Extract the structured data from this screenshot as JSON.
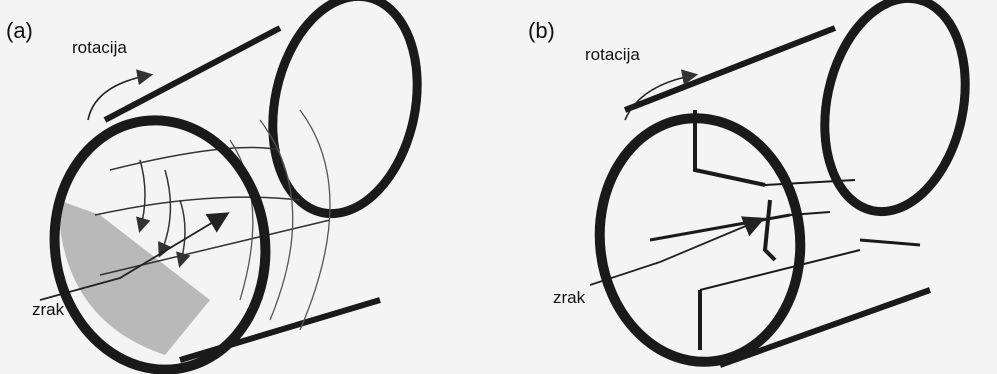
{
  "panels": [
    {
      "label": "(a)",
      "rotation_label": "rotacija",
      "air_label": "zrak"
    },
    {
      "label": "(b)",
      "rotation_label": "rotacija",
      "air_label": "zrak"
    }
  ],
  "colors": {
    "background": "#f4f4f4",
    "ring_stroke": "#1a1a1a",
    "inner_shade": "#b9b9b9",
    "arrow": "#333333"
  }
}
